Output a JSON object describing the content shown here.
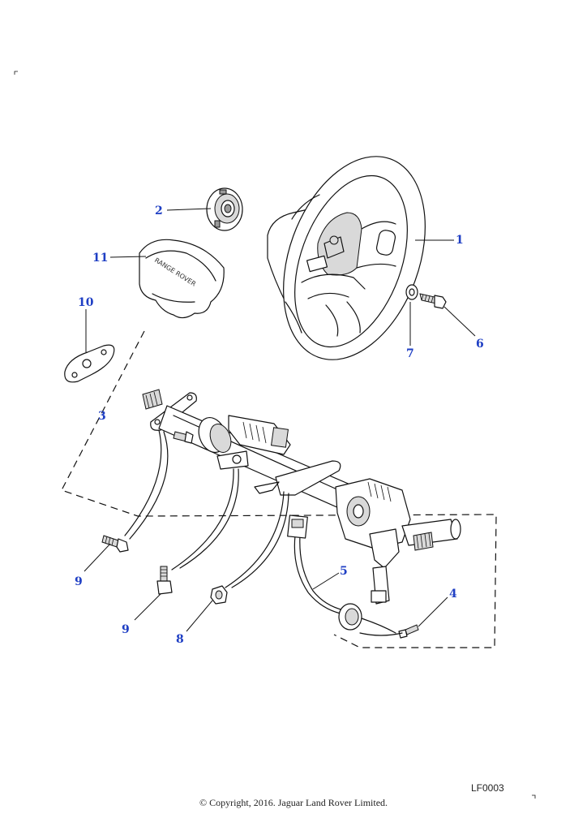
{
  "diagram": {
    "reference_code": "LF0003",
    "copyright": "© Copyright, 2016. Jaguar Land Rover Limited.",
    "cover_text": "RANGE ROVER",
    "labels": {
      "p1": "1",
      "p2": "2",
      "p3": "3",
      "p4": "4",
      "p5": "5",
      "p6": "6",
      "p7": "7",
      "p8": "8",
      "p9a": "9",
      "p9b": "9",
      "p10": "10",
      "p11": "11"
    }
  }
}
